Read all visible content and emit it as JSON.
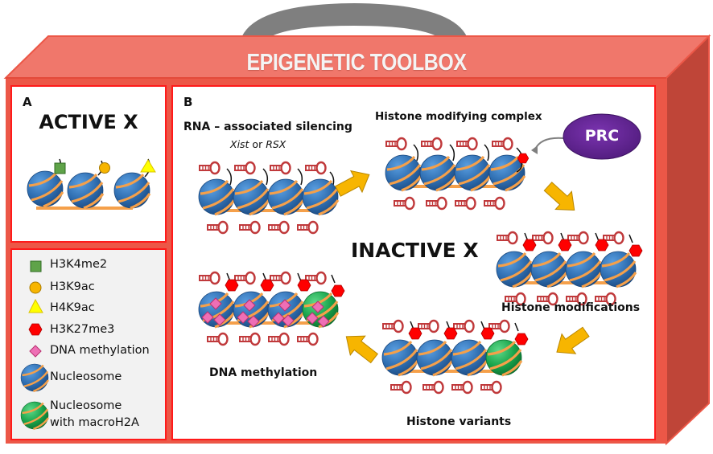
{
  "title": "EPIGENETIC TOOLBOX",
  "colors": {
    "box_top": "#f0776b",
    "box_front": "#ec5747",
    "box_side": "#bf4538",
    "panel_border": "#ff1a1a",
    "handle": "#7f7f7f",
    "nucleosome_blue": "#2e6db0",
    "nucleosome_green": "#18a34a",
    "dna_orange": "#f5a04a",
    "rna_red": "#c0393b",
    "arrow_gold": "#f7b500",
    "prc_purple": "#6a2a9a",
    "h3k4me2": "#5fa349",
    "h3k9ac": "#f7b500",
    "h4k9ac": "#ffff00",
    "h3k27me3": "#ff0000",
    "dna_methylation": "#ee6fb5"
  },
  "panel_a": {
    "letter": "A",
    "heading": "ACTIVE X",
    "marks": [
      "h3k4me2",
      "h3k9ac",
      "h4k9ac"
    ]
  },
  "legend": {
    "items": [
      {
        "icon": "green-square-icon",
        "label": "H3K4me2"
      },
      {
        "icon": "orange-circle-icon",
        "label": "H3K9ac"
      },
      {
        "icon": "yellow-triangle-icon",
        "label": "H4K9ac"
      },
      {
        "icon": "red-hexagon-icon",
        "label": "H3K27me3"
      },
      {
        "icon": "pink-diamond-icon",
        "label": "DNA methylation"
      },
      {
        "icon": "blue-nucleosome-icon",
        "label": "Nucleosome"
      },
      {
        "icon": "green-nucleosome-icon",
        "label": "Nucleosome",
        "label2": "with macroH2A"
      }
    ]
  },
  "panel_b": {
    "letter": "B",
    "center_label": "INACTIVE X",
    "steps": [
      {
        "title": "RNA – associated silencing",
        "subtitle_italic_1": "Xist",
        "subtitle_mid": " or ",
        "subtitle_italic_2": "RSX"
      },
      {
        "title": "Histone modifying complex",
        "complex_label": "PRC"
      },
      {
        "title": "Histone modifications"
      },
      {
        "title": "Histone variants"
      },
      {
        "title": "DNA methylation"
      }
    ]
  }
}
